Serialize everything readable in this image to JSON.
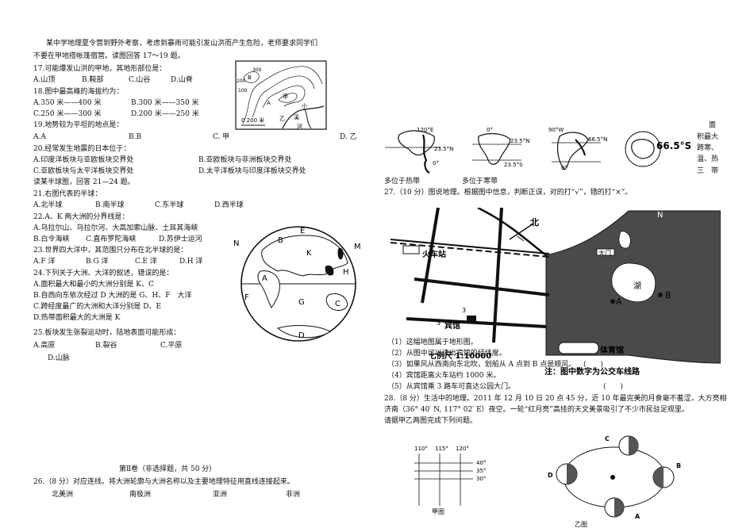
{
  "left": {
    "intro1": "某中学地理夏令营到野外考察，考虑到暴雨可能引发山洪而产生危险，老师要求同学们",
    "intro2": "不要在甲地搭帐篷宿营。读图回答 17～19 题。",
    "q17": "17.可能爆发山洪的甲地，其地形部位是：",
    "q17_opts": [
      "A.山顶",
      "B.鞍部",
      "C.山谷",
      "D.山脊"
    ],
    "q18": "18.图中最高峰的海拔约为：",
    "q18_opts": [
      "A.350 米——400 米",
      "B.300 米——350 米",
      "C.250 米——300 米",
      "D.200 米——250 米"
    ],
    "q19": "19.地势较为平坦的地点是：",
    "q19_opts": [
      "A.A",
      "B.B",
      "C. 甲",
      "D. 乙"
    ],
    "q20": "20.经常发生地震的日本位于：",
    "q20_opts": [
      "A.印度洋板块与亚欧板块交界处",
      "B.亚欧板块与非洲板块交界处",
      "C.亚欧板块与太平洋板块交界处",
      "D.太平洋板块与印度洋板块交界处"
    ],
    "q20_after": "读某半球图，回答 21—24 题。",
    "q21": "21.右图代表的半球：",
    "q21_opts": [
      "A.北半球",
      "B.南半球",
      "C.东半球",
      "D.西半球"
    ],
    "q22": "22.A、K 两大洲的分界线是：",
    "q22_opts": [
      "A.乌拉尔山、乌拉尔河、大高加索山脉、土耳其海峡",
      "B.白令海峡",
      "C.直布罗陀海峡",
      "D.苏伊士运河"
    ],
    "q23": "23.世界四大洋中，其范围只分布在北半球的是：",
    "q23_opts": [
      "A.F 洋",
      "B.G 洋",
      "C.E 洋",
      "D.H 洋"
    ],
    "q24": "24.下列关于大洲、大洋的叙述，错误的是：",
    "q24_opts": [
      "A.面积最大和最小的大洲分别是 K、C",
      "B.自西向东依次经过 D 大洲的是 G、H、F　大洋",
      "C.跨经度最广的大洲和大洋分别是 D、E",
      "D.热带面积最大的大洲是 K"
    ],
    "q25": "25.板块发生张裂运动时，陆地表面可能形成：",
    "q25_opts": [
      "A.高原",
      "B.裂谷",
      "C.平原",
      "D.山脉"
    ],
    "part2": "第Ⅱ卷（非选择题，共 50 分）",
    "q26": "26.（8 分）对应连线。将大洲轮廓与大洲名称以及主要地理特征用直线连接起来。",
    "q26_names": [
      "北美洲",
      "南极洲",
      "亚洲",
      "非洲"
    ]
  },
  "topo": {
    "labels": [
      "300",
      "200",
      "100",
      "甲",
      "乙",
      "B",
      "A",
      "小",
      "溪",
      "河"
    ],
    "scale": "0 200 米"
  },
  "hemi": {
    "labels": [
      "N",
      "E",
      "B",
      "K",
      "M",
      "A",
      "H",
      "F",
      "G",
      "C",
      "D"
    ]
  },
  "right": {
    "top_side": [
      "面",
      "积最大",
      "跨寒、",
      "温、热",
      "三　带"
    ],
    "small_labels": [
      "120°E",
      "23.5°N",
      "0°",
      "0°",
      "23.5°N",
      "23.5°S",
      "90°W",
      "66.5°N",
      "0°",
      "66.5°S"
    ],
    "bottom_side": [
      "多位于热带",
      "多位于寒带"
    ],
    "q27": "27.（10 分）图说地理。根据图中信息，判断正误，对的打“√”，错的打“×”。",
    "map_labels": [
      "北",
      "火车站",
      "大门",
      "湖",
      "A",
      "B",
      "N",
      "宾馆",
      "体育馆",
      "七例尺 1:10000",
      "注：图中数字为公交车线路",
      "3",
      "3"
    ],
    "q27_items": [
      "（1）这幅地图属于地形图。",
      "（2）从图中可以读出宾馆的经纬度。",
      "（3）如果风从西南向东北吹，划船从 A 点到 B 点是顺风。",
      "（4）宾馆距离火车站约 1000 米。",
      "（5）从宾馆乘 3 路车可直达公园大门。"
    ],
    "q27_parens": [
      "(　　)",
      "(　　)"
    ],
    "q28_l1": "28.（8 分）生活中的地理。2011 年 12 月 10 日 20 点 45 分，近 10 年最完美的月食毫不羞涩，大方亮相",
    "q28_l2": "济南（36° 40′ N, 117° 02′ E）夜空。一轮“红月亮”高挂的天文美景吸引了不少市民驻足观里。",
    "q28_l3": "请据甲乙两图完成下列问题。",
    "grid_lon": [
      "110°",
      "115°",
      "120°"
    ],
    "grid_lat": [
      "40°",
      "35°",
      "30°"
    ],
    "grid_caption": "甲图",
    "orbit_labels": [
      "C",
      "B",
      "D",
      "A"
    ],
    "orbit_caption": "乙图"
  }
}
